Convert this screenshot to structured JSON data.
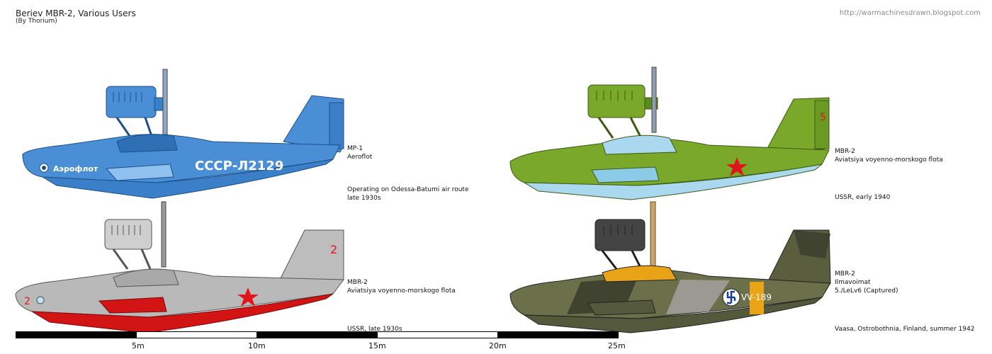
{
  "header": {
    "title": "Beriev MBR-2, Various Users",
    "subtitle": "(By Thorium)",
    "url": "http://warmachinesdrawn.blogspot.com"
  },
  "profiles": [
    {
      "name": "MP-1",
      "operator": "Aeroflot",
      "note_lines": [
        "Operating on Odessa-Batumi air route",
        "late 1930s"
      ],
      "nose_text": "Аэрофлот",
      "registration": "СССР-Л2129",
      "colors": {
        "body": "#4a8fd6",
        "dark": "#2f6fb3",
        "light": "#8fc0ee",
        "hull": "#3a7fc8"
      }
    },
    {
      "name": "MBR-2",
      "operator": "Aviatsiya voyenno-morskogo flota",
      "note_lines": [
        "USSR, early 1940"
      ],
      "tail_number": "5",
      "colors": {
        "body": "#7aa82a",
        "dark": "#5d8a1c",
        "light": "#a9d8ef",
        "hull": "#8ccbe8",
        "star": "#e0141a"
      }
    },
    {
      "name": "MBR-2",
      "operator": "Aviatsiya voyenno-morskogo flota",
      "note_lines": [
        "USSR, late 1930s"
      ],
      "tail_number": "2",
      "nose_number": "2",
      "colors": {
        "body": "#b9b9b9",
        "dark": "#8c8c8c",
        "light": "#d6d6d6",
        "hull": "#d21414",
        "star": "#e0141a"
      }
    },
    {
      "name": "MBR-2",
      "operator": "Ilmavoimat",
      "unit": "5./LeLv6 (Captured)",
      "note_lines": [
        "Vaasa, Ostrobothnia, Finland, summer 1942"
      ],
      "code": "VV-189",
      "colors": {
        "body": "#6b6f4a",
        "dark": "#3f4330",
        "light": "#9a9a92",
        "hull": "#55593c",
        "band": "#e8a317",
        "roundel": "#1d3f8f"
      }
    }
  ],
  "scale": {
    "labels": [
      "5m",
      "10m",
      "15m",
      "20m",
      "25m"
    ]
  }
}
